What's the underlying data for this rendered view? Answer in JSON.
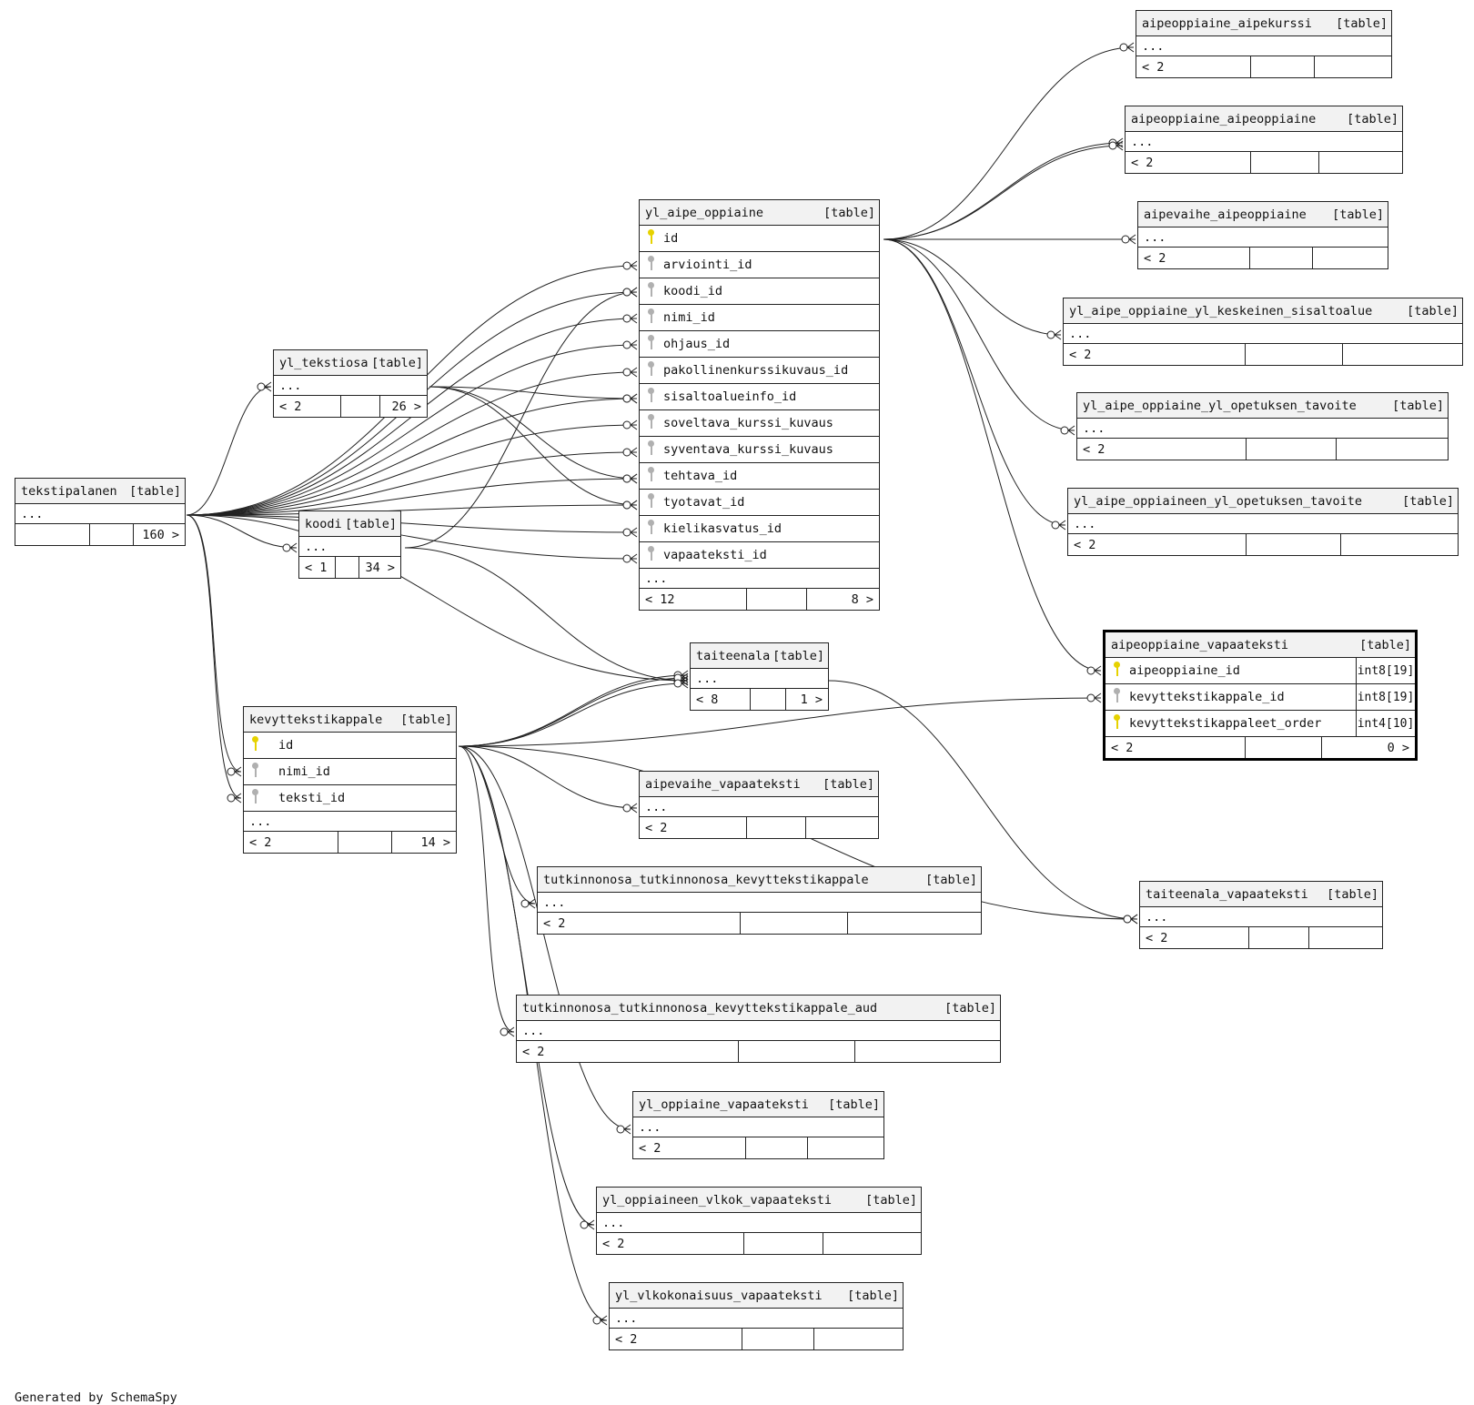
{
  "tables": [
    {
      "id": "aipeoppiaine_aipekurssi",
      "name": "aipeoppiaine_aipekurssi",
      "tag": "[table]",
      "columns": [],
      "dots": "...",
      "footer": [
        "< 2",
        "",
        ""
      ]
    },
    {
      "id": "aipeoppiaine_aipeoppiaine",
      "name": "aipeoppiaine_aipeoppiaine",
      "tag": "[table]",
      "columns": [],
      "dots": "...",
      "footer": [
        "< 2",
        "",
        ""
      ]
    },
    {
      "id": "aipevaihe_aipeoppiaine",
      "name": "aipevaihe_aipeoppiaine",
      "tag": "[table]",
      "columns": [],
      "dots": "...",
      "footer": [
        "< 2",
        "",
        ""
      ]
    },
    {
      "id": "yl_aipe_oppiaine_yl_keskeinen_sisaltoalue",
      "name": "yl_aipe_oppiaine_yl_keskeinen_sisaltoalue",
      "tag": "[table]",
      "columns": [],
      "dots": "...",
      "footer": [
        "< 2",
        "",
        ""
      ]
    },
    {
      "id": "yl_aipe_oppiaine_yl_opetuksen_tavoite",
      "name": "yl_aipe_oppiaine_yl_opetuksen_tavoite",
      "tag": "[table]",
      "columns": [],
      "dots": "...",
      "footer": [
        "< 2",
        "",
        ""
      ]
    },
    {
      "id": "yl_aipe_oppiaineen_yl_opetuksen_tavoite",
      "name": "yl_aipe_oppiaineen_yl_opetuksen_tavoite",
      "tag": "[table]",
      "columns": [],
      "dots": "...",
      "footer": [
        "< 2",
        "",
        ""
      ]
    },
    {
      "id": "yl_aipe_oppiaine",
      "name": "yl_aipe_oppiaine",
      "tag": "[table]",
      "columns": [
        {
          "name": "id",
          "key": "pk"
        },
        {
          "name": "arviointi_id",
          "key": "fk"
        },
        {
          "name": "koodi_id",
          "key": "fk"
        },
        {
          "name": "nimi_id",
          "key": "fk"
        },
        {
          "name": "ohjaus_id",
          "key": "fk"
        },
        {
          "name": "pakollinenkurssikuvaus_id",
          "key": "fk"
        },
        {
          "name": "sisaltoalueinfo_id",
          "key": "fk"
        },
        {
          "name": "soveltava_kurssi_kuvaus",
          "key": "fk"
        },
        {
          "name": "syventava_kurssi_kuvaus",
          "key": "fk"
        },
        {
          "name": "tehtava_id",
          "key": "fk"
        },
        {
          "name": "tyotavat_id",
          "key": "fk"
        },
        {
          "name": "kielikasvatus_id",
          "key": "fk"
        },
        {
          "name": "vapaateksti_id",
          "key": "fk"
        }
      ],
      "dots": "...",
      "footer": [
        "< 12",
        "",
        "8 >"
      ]
    },
    {
      "id": "yl_tekstiosa",
      "name": "yl_tekstiosa",
      "tag": "[table]",
      "columns": [],
      "dots": "...",
      "footer": [
        "< 2",
        "",
        "26 >"
      ]
    },
    {
      "id": "tekstipalanen",
      "name": "tekstipalanen",
      "tag": "[table]",
      "columns": [],
      "dots": "...",
      "footer": [
        "",
        "",
        "160 >"
      ]
    },
    {
      "id": "koodi",
      "name": "koodi",
      "tag": "[table]",
      "columns": [],
      "dots": "...",
      "footer": [
        "< 1",
        "",
        "34 >"
      ]
    },
    {
      "id": "taiteenala",
      "name": "taiteenala",
      "tag": "[table]",
      "columns": [],
      "dots": "...",
      "footer": [
        "< 8",
        "",
        "1 >"
      ]
    },
    {
      "id": "aipeoppiaine_vapaateksti",
      "name": "aipeoppiaine_vapaateksti",
      "tag": "[table]",
      "focus": true,
      "columns": [
        {
          "name": "aipeoppiaine_id",
          "key": "pk",
          "type": "int8[19]"
        },
        {
          "name": "kevyttekstikappale_id",
          "key": "fk",
          "type": "int8[19]"
        },
        {
          "name": "kevyttekstikappaleet_order",
          "key": "pk",
          "type": "int4[10]"
        }
      ],
      "dots": "",
      "footer": [
        "< 2",
        "",
        "0 >"
      ]
    },
    {
      "id": "kevyttekstikappale",
      "name": "kevyttekstikappale",
      "tag": "[table]",
      "columns": [
        {
          "name": "id",
          "key": "pk"
        },
        {
          "name": "nimi_id",
          "key": "fk"
        },
        {
          "name": "teksti_id",
          "key": "fk"
        }
      ],
      "dots": "...",
      "footer": [
        "< 2",
        "",
        "14 >"
      ]
    },
    {
      "id": "aipevaihe_vapaateksti",
      "name": "aipevaihe_vapaateksti",
      "tag": "[table]",
      "columns": [],
      "dots": "...",
      "footer": [
        "< 2",
        "",
        ""
      ]
    },
    {
      "id": "tutkinnonosa_tutkinnonosa_kevyttekstikappale",
      "name": "tutkinnonosa_tutkinnonosa_kevyttekstikappale",
      "tag": "[table]",
      "columns": [],
      "dots": "...",
      "footer": [
        "< 2",
        "",
        ""
      ]
    },
    {
      "id": "taiteenala_vapaateksti",
      "name": "taiteenala_vapaateksti",
      "tag": "[table]",
      "columns": [],
      "dots": "...",
      "footer": [
        "< 2",
        "",
        ""
      ]
    },
    {
      "id": "tutkinnonosa_tutkinnonosa_kevyttekstikappale_aud",
      "name": "tutkinnonosa_tutkinnonosa_kevyttekstikappale_aud",
      "tag": "[table]",
      "columns": [],
      "dots": "...",
      "footer": [
        "< 2",
        "",
        ""
      ]
    },
    {
      "id": "yl_oppiaine_vapaateksti",
      "name": "yl_oppiaine_vapaateksti",
      "tag": "[table]",
      "columns": [],
      "dots": "...",
      "footer": [
        "< 2",
        "",
        ""
      ]
    },
    {
      "id": "yl_oppiaineen_vlkok_vapaateksti",
      "name": "yl_oppiaineen_vlkok_vapaateksti",
      "tag": "[table]",
      "columns": [],
      "dots": "...",
      "footer": [
        "< 2",
        "",
        ""
      ]
    },
    {
      "id": "yl_vlkokonaisuus_vapaateksti",
      "name": "yl_vlkokonaisuus_vapaateksti",
      "tag": "[table]",
      "columns": [],
      "dots": "...",
      "footer": [
        "< 2",
        "",
        ""
      ]
    }
  ],
  "footer_note": "Generated by SchemaSpy",
  "colors": {
    "primary_key": "#e6d200",
    "foreign_key": "#b0b0b0",
    "header_bg": "#f2f2f2",
    "line": "#222222"
  }
}
